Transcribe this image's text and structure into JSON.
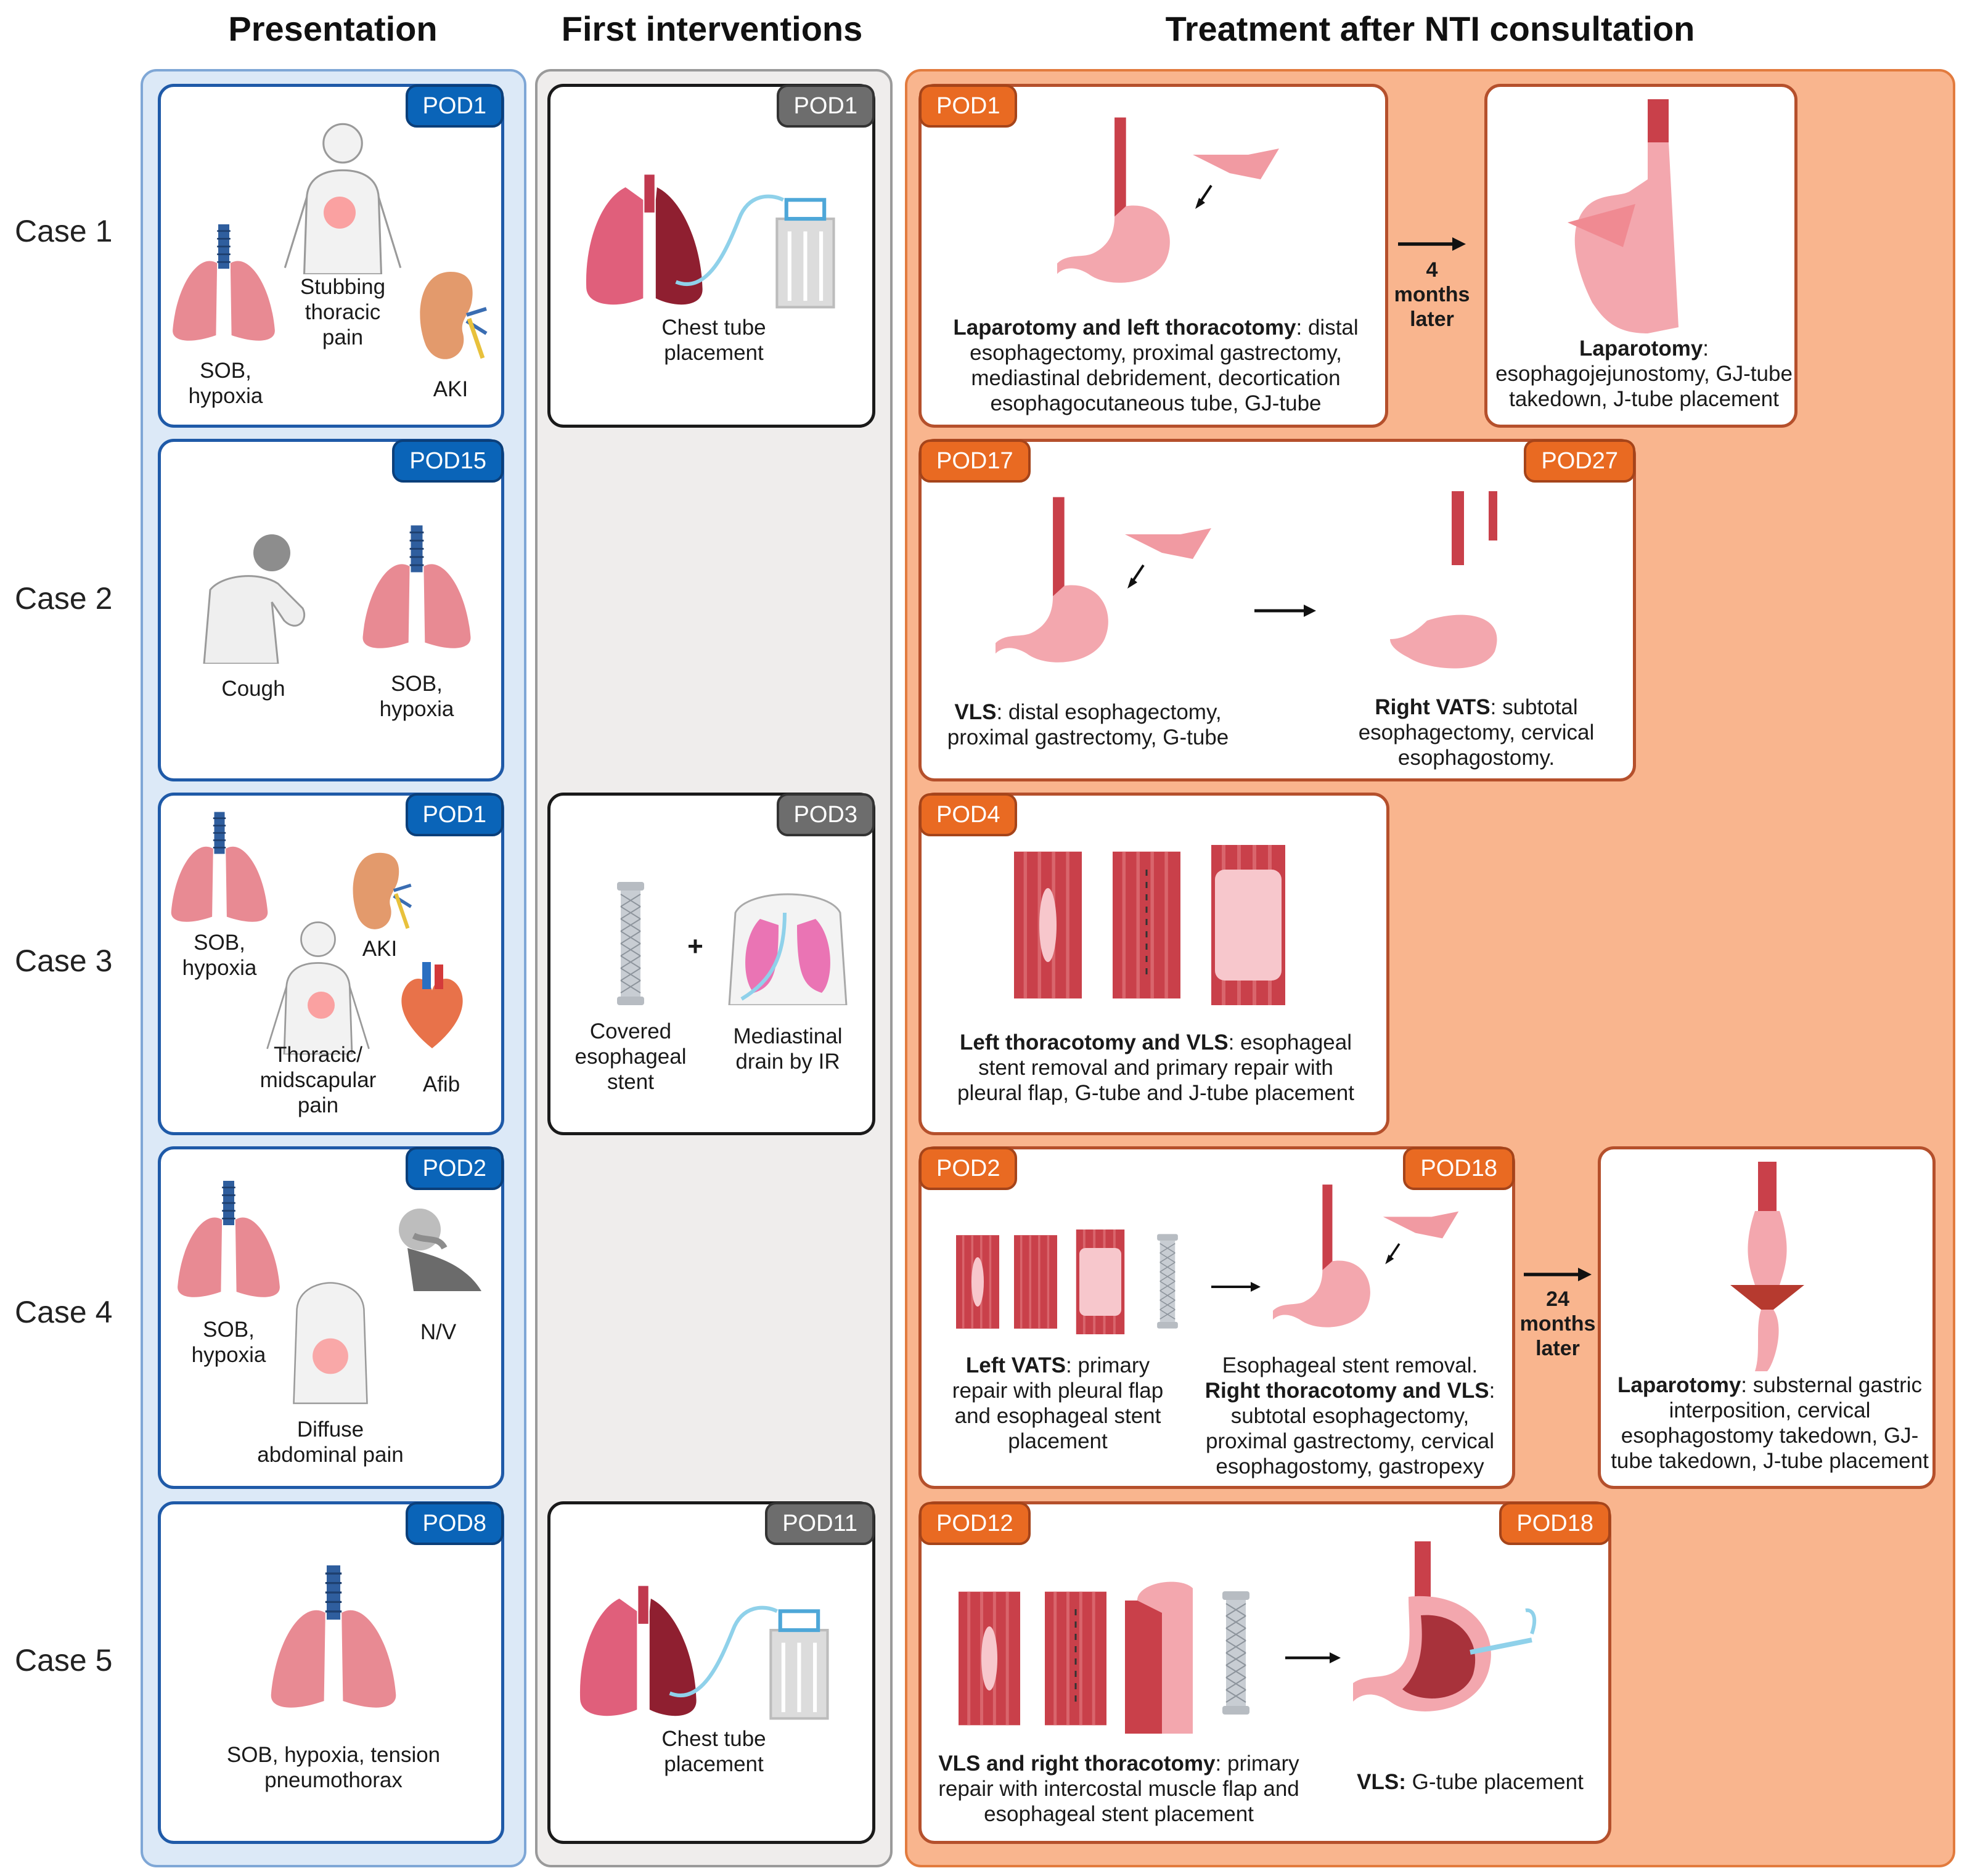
{
  "headers": {
    "presentation": "Presentation",
    "first": "First interventions",
    "treatment": "Treatment after NTI consultation"
  },
  "cases": [
    "Case 1",
    "Case 2",
    "Case 3",
    "Case 4",
    "Case 5"
  ],
  "presentation": {
    "c1": {
      "badge": "POD1",
      "stubbing": "Stubbing\nthoracic\npain",
      "sob": "SOB,\nhypoxia",
      "aki": "AKI"
    },
    "c2": {
      "badge": "POD15",
      "cough": "Cough",
      "sob": "SOB,\nhypoxia"
    },
    "c3": {
      "badge": "POD1",
      "sob": "SOB,\nhypoxia",
      "aki": "AKI",
      "pain": "Thoracic/\nmidscapular\npain",
      "afib": "Afib"
    },
    "c4": {
      "badge": "POD2",
      "sob": "SOB,\nhypoxia",
      "nv": "N/V",
      "pain": "Diffuse\nabdominal pain"
    },
    "c5": {
      "badge": "POD8",
      "sob": "SOB, hypoxia, tension\npneumothorax"
    }
  },
  "first": {
    "c1": {
      "badge": "POD1",
      "cap": "Chest tube\nplacement"
    },
    "c3": {
      "badge": "POD3",
      "stent": "Covered\nesophageal\nstent",
      "plus": "+",
      "drain": "Mediastinal\ndrain by IR"
    },
    "c5": {
      "badge": "POD11",
      "cap": "Chest tube\nplacement"
    }
  },
  "treatment": {
    "c1a": {
      "badge": "POD1",
      "bold": "Laparotomy and left thoracotomy",
      "text": ": distal esophagectomy, proximal gastrectomy, mediastinal debridement, decortication esophagocutaneous tube, GJ-tube"
    },
    "c1later": "4\nmonths\nlater",
    "c1b": {
      "bold": "Laparotomy",
      "text": ":\nesophagojejunostomy, GJ-tube takedown, J-tube placement"
    },
    "c2": {
      "badge1": "POD17",
      "badge2": "POD27",
      "bold1": "VLS",
      "text1": ": distal esophagectomy,\nproximal gastrectomy, G-tube",
      "bold2": "Right VATS",
      "text2": ": subtotal\nesophagectomy, cervical\nesophagostomy."
    },
    "c3": {
      "badge": "POD4",
      "bold": "Left thoracotomy and VLS",
      "text": ": esophageal stent removal and primary repair with pleural flap, G-tube and J-tube placement"
    },
    "c4a": {
      "badge1": "POD2",
      "badge2": "POD18",
      "bold1": "Left VATS",
      "text1": ": primary repair with pleural flap and esophageal stent placement",
      "pre2": "Esophageal stent removal.",
      "bold2": "Right thoracotomy and VLS",
      "text2": ": subtotal esophagectomy, proximal gastrectomy, cervical esophagostomy, gastropexy"
    },
    "c4later": "24\nmonths\nlater",
    "c4b": {
      "bold": "Laparotomy",
      "text": ": substernal gastric interposition, cervical esophagostomy takedown, GJ-tube takedown, J-tube placement"
    },
    "c5": {
      "badge1": "POD12",
      "badge2": "POD18",
      "bold1": "VLS and right thoracotomy",
      "text1": ": primary repair with intercostal muscle flap and esophageal stent placement",
      "bold2": "VLS:",
      "text2": " G-tube placement"
    }
  },
  "colors": {
    "blue_panel": "#dce9f7",
    "gray_panel": "#efedec",
    "orange_panel": "#f9b58e",
    "lung": "#e88a93",
    "stomach": "#f3a7ae",
    "tissue": "#c9404a"
  }
}
